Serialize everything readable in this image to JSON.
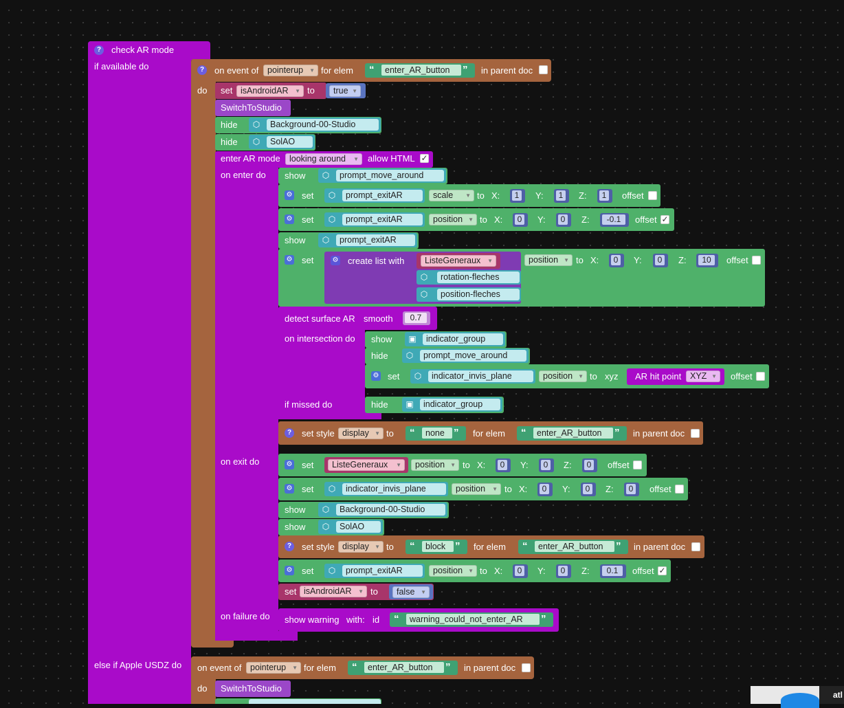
{
  "blocks": {
    "check_ar": {
      "label": "check AR mode",
      "if_available": "if available do",
      "else_apple": "else if Apple USDZ do"
    },
    "event": {
      "on_event_of": "on event of",
      "event_type": "pointerup",
      "for_elem": "for elem",
      "elem": "enter_AR_button",
      "in_parent_doc": "in parent doc",
      "do": "do"
    },
    "set_is_android": {
      "set": "set",
      "var": "isAndroidAR",
      "to": "to",
      "value_true": "true",
      "value_false": "false"
    },
    "switch_to_studio": "SwitchToStudio",
    "hide": "hide",
    "show": "show",
    "set": "set",
    "to": "to",
    "offset": "offset",
    "objects": {
      "background": "Background-00-Studio",
      "sol": "SolAO",
      "prompt_move": "prompt_move_around",
      "prompt_exit": "prompt_exitAR",
      "rotation": "rotation-fleches",
      "position_f": "position-fleches",
      "indicator_group": "indicator_group",
      "indicator_plane": "indicator_invis_plane",
      "liste": "ListeGeneraux"
    },
    "props": {
      "scale": "scale",
      "position": "position"
    },
    "enter_ar": {
      "label": "enter AR mode",
      "mode": "looking around",
      "allow_html": "allow HTML",
      "on_enter": "on enter do",
      "on_exit": "on exit do",
      "on_failure": "on failure do"
    },
    "create_list": "create list with",
    "axes": {
      "x": "X:",
      "y": "Y:",
      "z": "Z:",
      "xyz": "xyz"
    },
    "values": {
      "one": "1",
      "zero": "0",
      "neg01": "-0.1",
      "ten": "10",
      "pos01": "0.1",
      "smooth": "0.7"
    },
    "detect": {
      "label": "detect surface AR",
      "smooth": "smooth",
      "on_intersection": "on intersection do",
      "if_missed": "if missed do",
      "hit_point": "AR hit point",
      "xyz_opt": "XYZ"
    },
    "style": {
      "set_style": "set style",
      "display": "display",
      "none": "none",
      "block": "block"
    },
    "warning": {
      "label": "show warning",
      "with": "with:",
      "id": "id",
      "value": "warning_could_not_enter_AR"
    },
    "corner_text": "atl"
  }
}
